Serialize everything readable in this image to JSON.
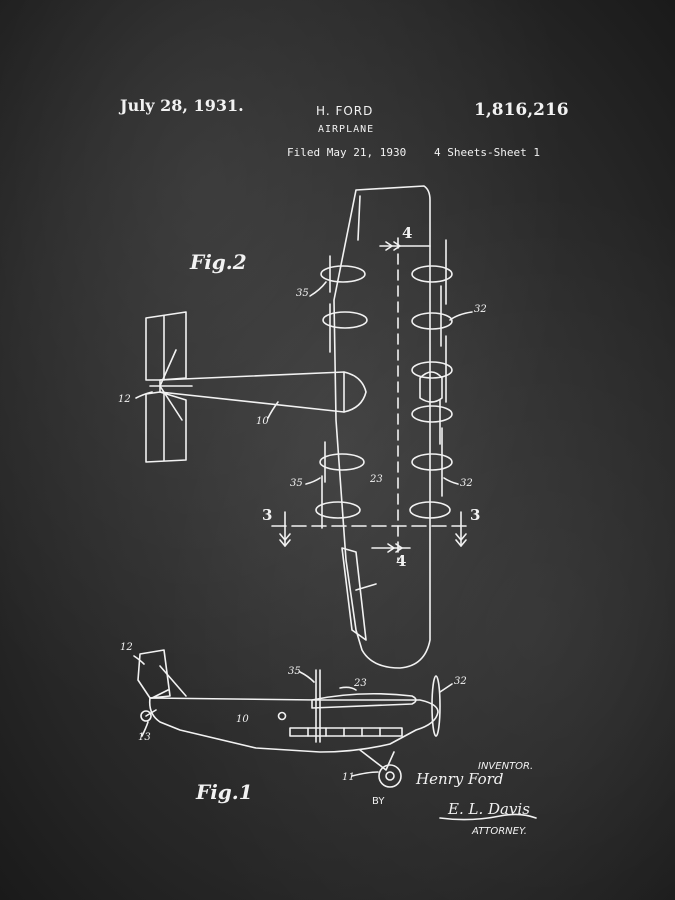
{
  "header": {
    "date": "July 28, 1931.",
    "inventor_name": "H. FORD",
    "patent_number": "1,816,216",
    "title": "AIRPLANE",
    "filed": "Filed May 21, 1930",
    "sheets": "4 Sheets-Sheet  1"
  },
  "figures": {
    "fig2_label": "Fig.2",
    "fig1_label": "Fig.1"
  },
  "references": {
    "r35a": "35",
    "r32a": "32",
    "r12a": "12",
    "r10a": "10",
    "r35b": "35",
    "r23a": "23",
    "r32b": "32",
    "r12b": "12",
    "r35c": "35",
    "r23b": "23",
    "r32c": "32",
    "r10b": "10",
    "r13": "13",
    "r11": "11"
  },
  "section_marks": {
    "s4_top": "4",
    "s4_bottom": "4",
    "s3_left": "3",
    "s3_right": "3"
  },
  "signature": {
    "inventor_label": "INVENTOR.",
    "inventor_signature": "Henry Ford",
    "by_label": "BY",
    "attorney_signature": "E. L. Davis",
    "attorney_label": "ATTORNEY."
  },
  "colors": {
    "background": "#2a2a2a",
    "ink": "#f2f2f2"
  }
}
